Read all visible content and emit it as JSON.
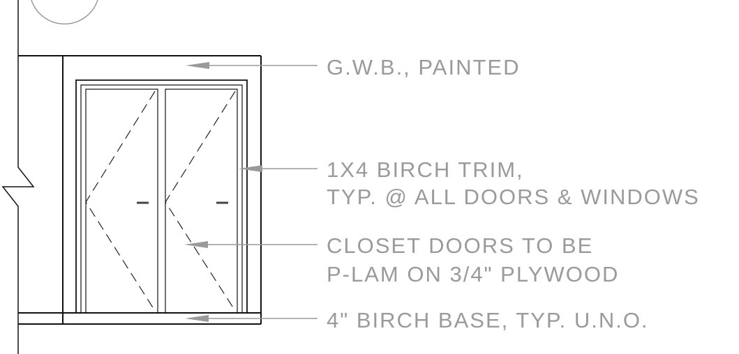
{
  "colors": {
    "linework": "#111111",
    "annotation": "#9a9a9a",
    "hidden_line": "#222222",
    "background": "#ffffff"
  },
  "notes": [
    {
      "lines": [
        "G.W.B., PAINTED"
      ]
    },
    {
      "lines": [
        "1X4 BIRCH TRIM,",
        "TYP. @ ALL DOORS & WINDOWS"
      ]
    },
    {
      "lines": [
        "CLOSET DOORS TO BE",
        "P-LAM ON 3/4\" PLYWOOD"
      ]
    },
    {
      "lines": [
        "4\" BIRCH BASE, TYP. U.N.O."
      ]
    }
  ]
}
